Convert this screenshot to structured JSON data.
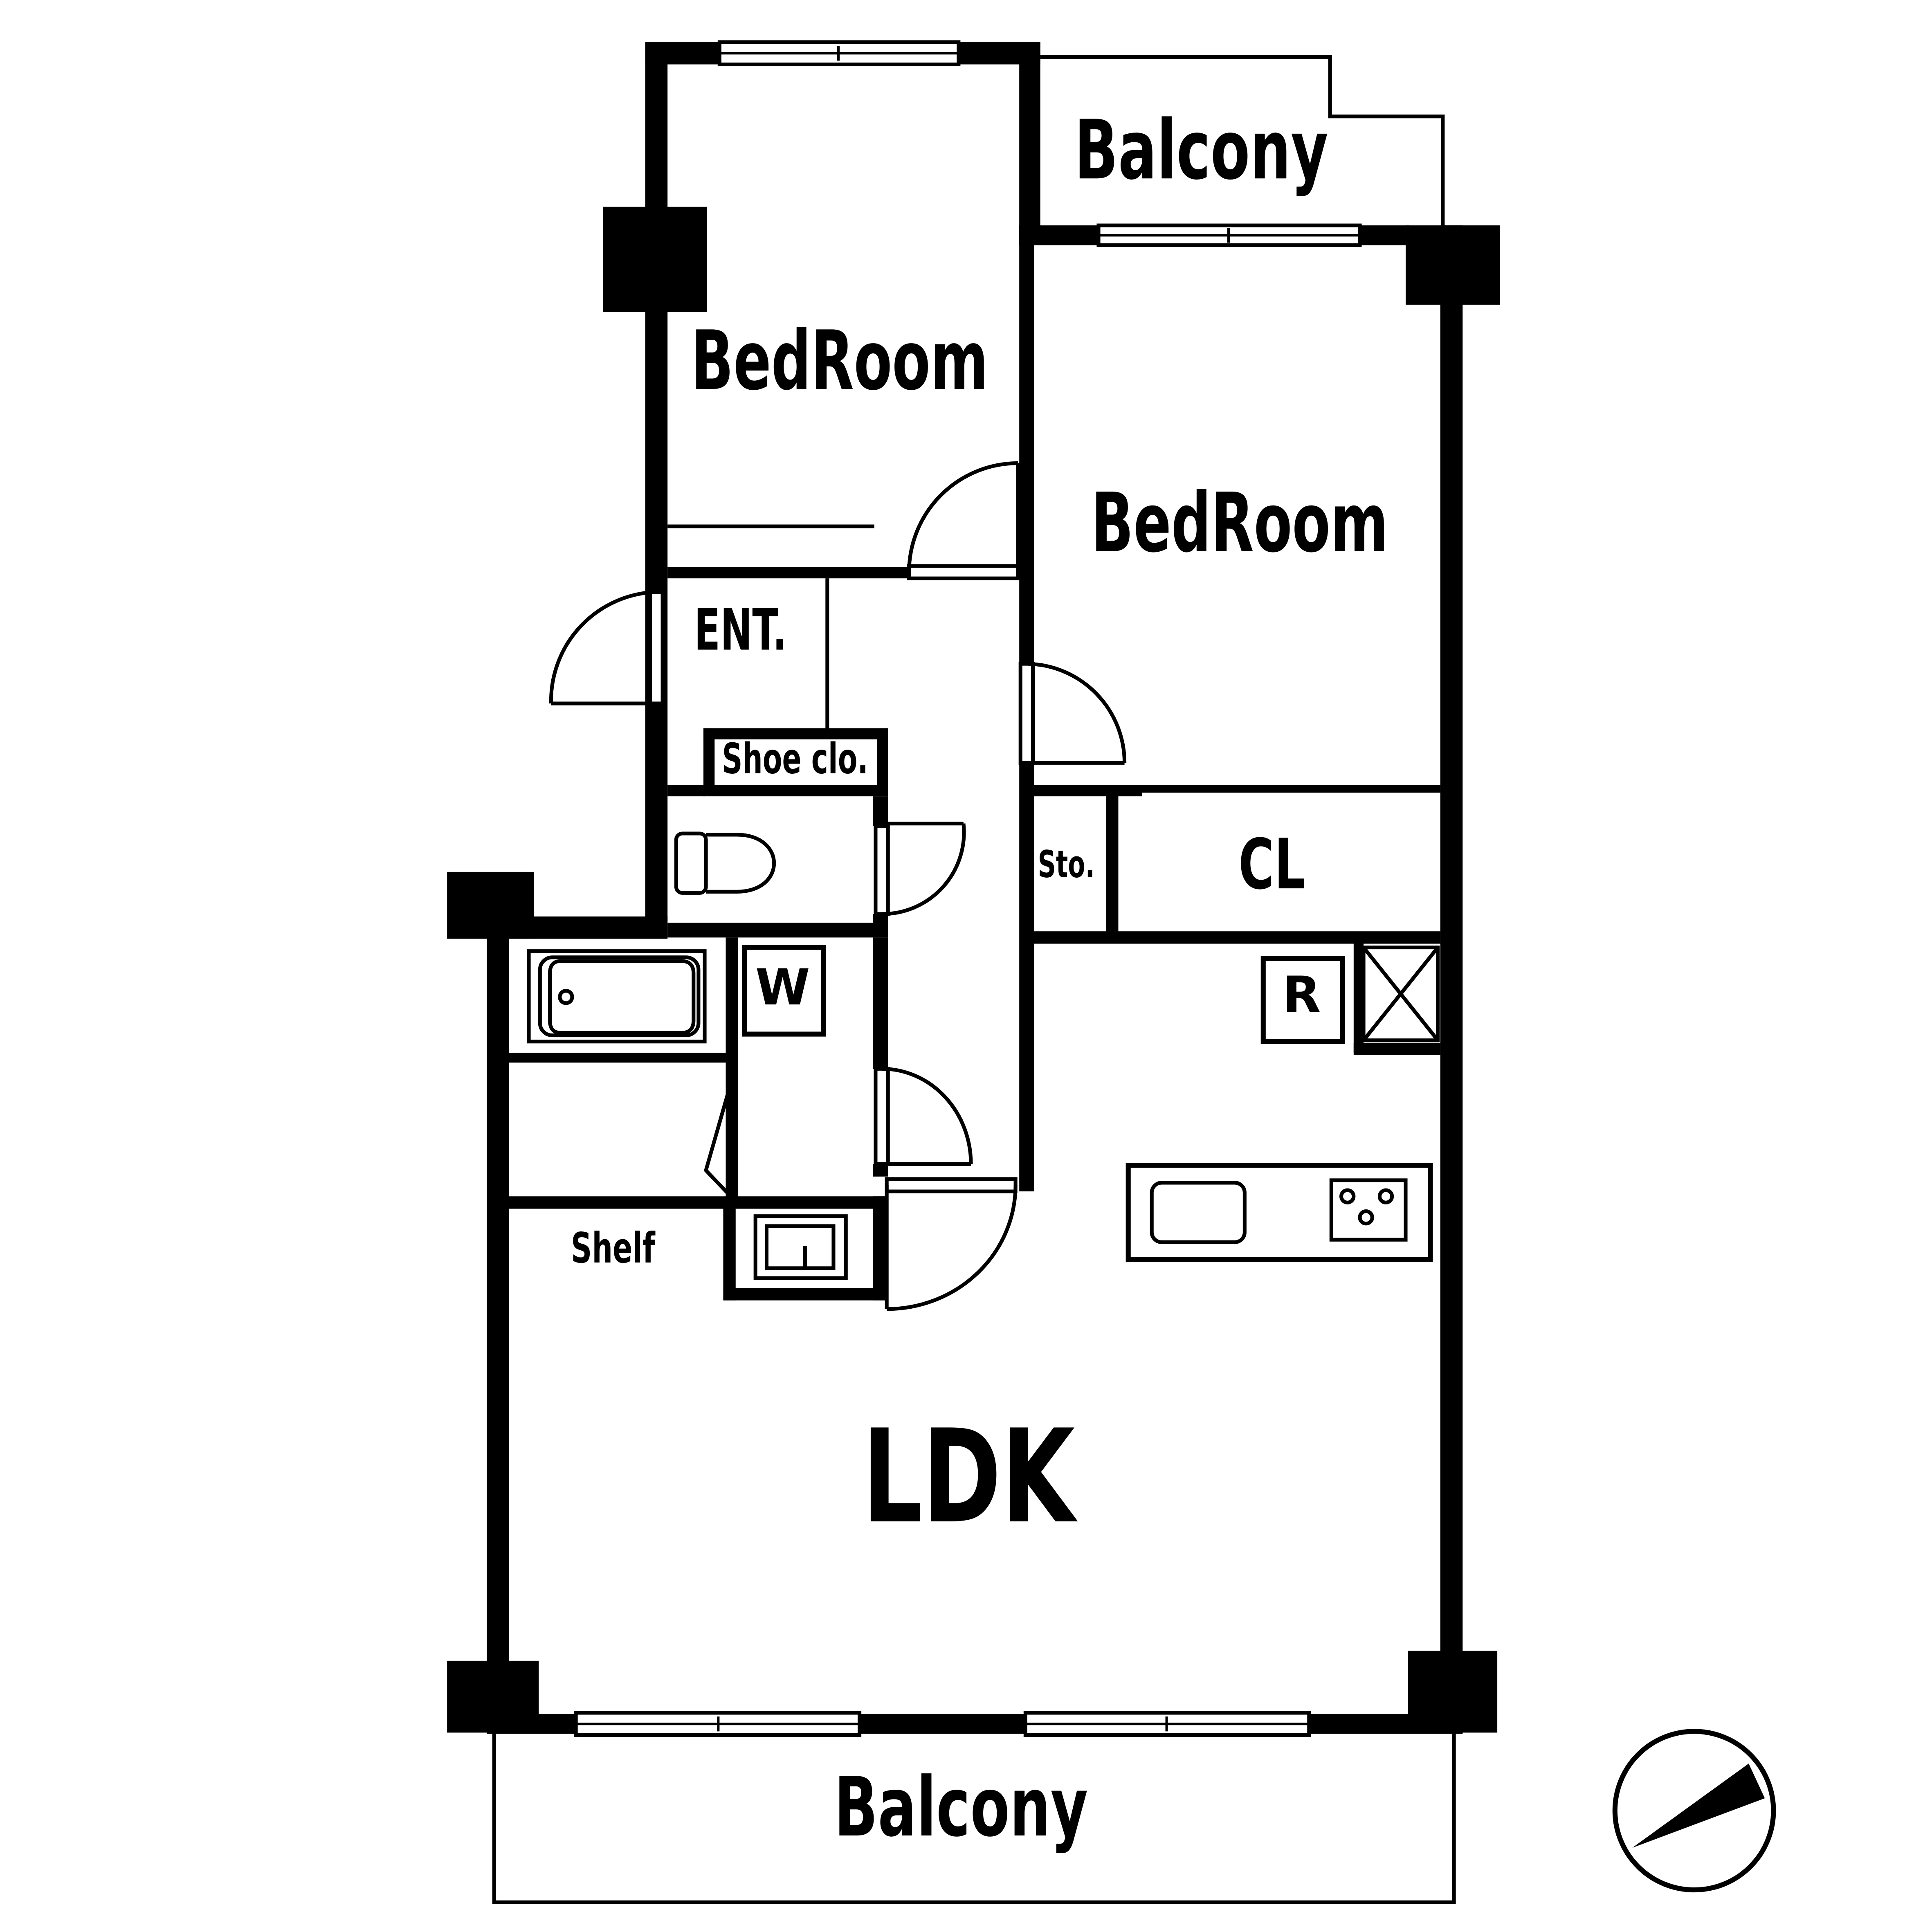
{
  "rooms": {
    "bedroom_left": "BedRoom",
    "bedroom_right": "BedRoom",
    "balcony_top": "Balcony",
    "balcony_bottom": "Balcony",
    "entrance": "ENT.",
    "shoe_closet": "Shoe clo.",
    "storage": "Sto.",
    "closet": "CL",
    "refrigerator": "R",
    "washer": "W",
    "shelf": "Shelf",
    "ldk": "LDK"
  },
  "colors": {
    "wall": "#000000",
    "background": "#ffffff"
  },
  "icons": [
    "compass-icon",
    "toilet-icon",
    "bathtub-icon",
    "sink-icon",
    "kitchen-sink-icon",
    "stove-icon",
    "window-icon",
    "door-swing-icon"
  ]
}
